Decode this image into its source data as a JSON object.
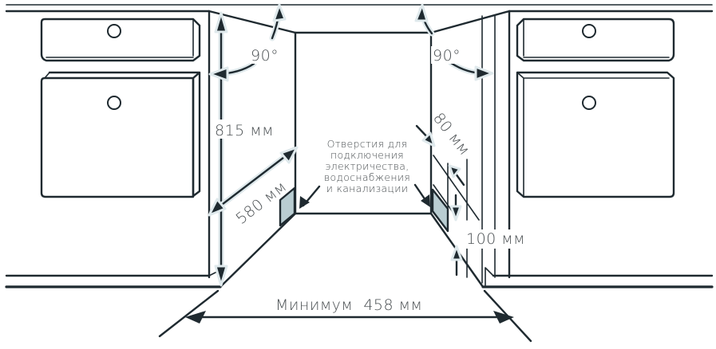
{
  "diagram": {
    "title": "Built-in dishwasher installation niche dimensions",
    "colors": {
      "line": "#1f2a30",
      "label": "#4a4f52",
      "arrow_halo": "#dfe9ec",
      "port_fill": "#b9cdd2",
      "background": "#ffffff"
    },
    "labels": {
      "angle_left": "90°",
      "angle_right": "90°",
      "height": "815 мм",
      "depth": "580 мм",
      "port_offset": "80 мм",
      "port_height": "100 мм",
      "min_width": "Минимум  458 мм"
    },
    "holes_note": {
      "lines": [
        "Отверстия для",
        "подключения",
        "электричества,",
        "водоснабжения",
        "и канализации"
      ]
    },
    "cabinets": [
      {
        "side": "left",
        "parts": [
          "drawer",
          "door"
        ],
        "icon": "knob"
      },
      {
        "side": "right",
        "parts": [
          "drawer",
          "door"
        ],
        "icon": "knob"
      }
    ]
  }
}
